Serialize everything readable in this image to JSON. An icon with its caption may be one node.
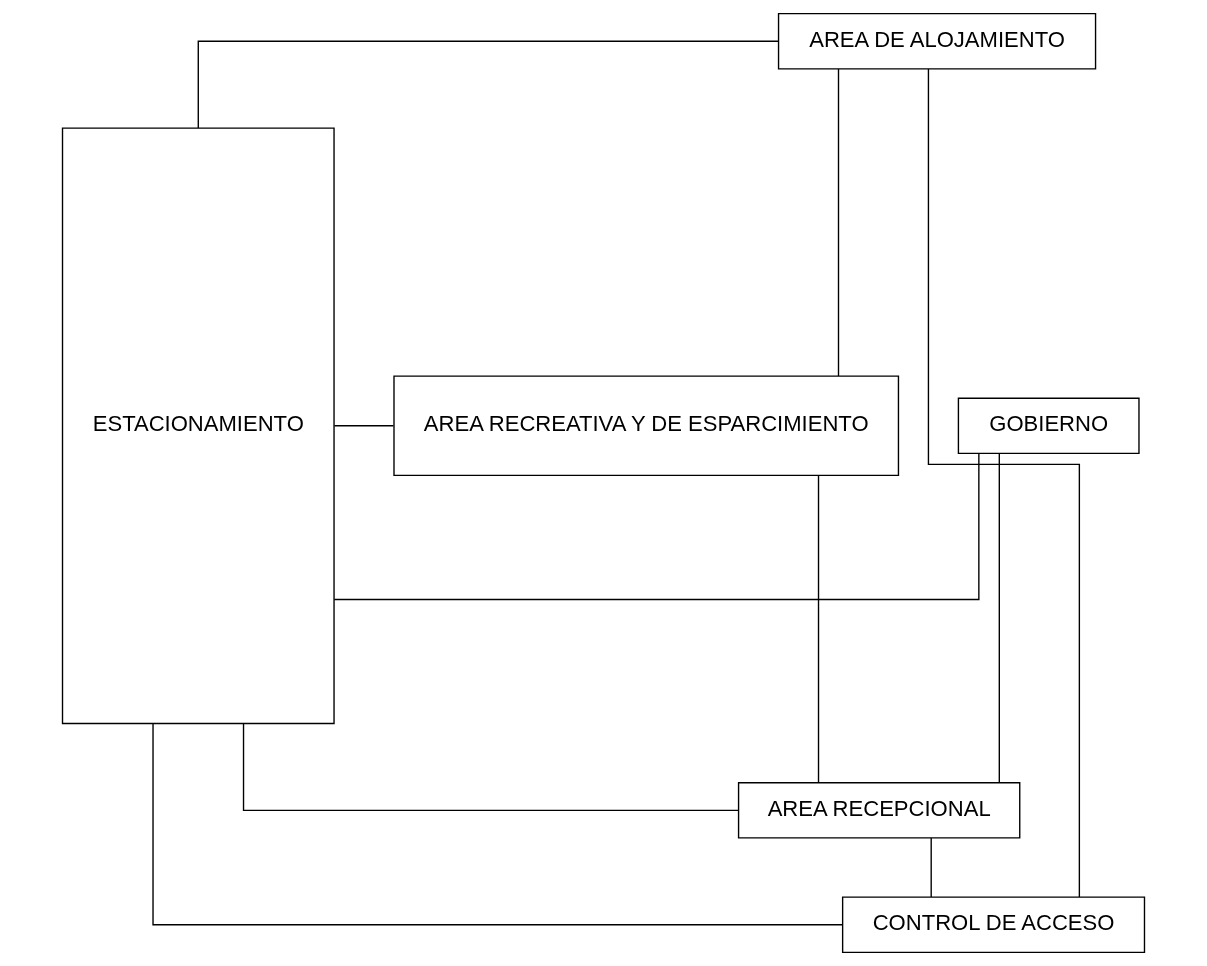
{
  "diagram": {
    "nodes": [
      {
        "text": [
          "AREA DE ALOJAMIENTO"
        ]
      },
      {
        "text": [
          "ESTACIONAMIENTO"
        ]
      },
      {
        "text": [
          "AREA RECREATIVA Y DE ESPARCIMIENTO"
        ]
      },
      {
        "text": [
          "GOBIERNO"
        ]
      },
      {
        "text": [
          "AREA RECEPCIONAL"
        ]
      },
      {
        "text": [
          "CONTROL DE ACCESO"
        ]
      }
    ],
    "edges": [
      {
        "from": 0,
        "to": 1,
        "arrow": "none"
      },
      {
        "from": 0,
        "to": 2,
        "arrow": "none"
      },
      {
        "from": 2,
        "to": 1,
        "arrow": "none"
      },
      {
        "from": 2,
        "to": 4,
        "arrow": "none"
      },
      {
        "from": 3,
        "to": 1,
        "arrow": "none"
      },
      {
        "from": 3,
        "to": 4,
        "arrow": "none"
      },
      {
        "from": 4,
        "to": 1,
        "arrow": "none"
      },
      {
        "from": 4,
        "to": 5,
        "arrow": "none"
      },
      {
        "from": 5,
        "to": 1,
        "arrow": "none"
      },
      {
        "from": 0,
        "to": 5,
        "arrow": "none"
      }
    ]
  }
}
